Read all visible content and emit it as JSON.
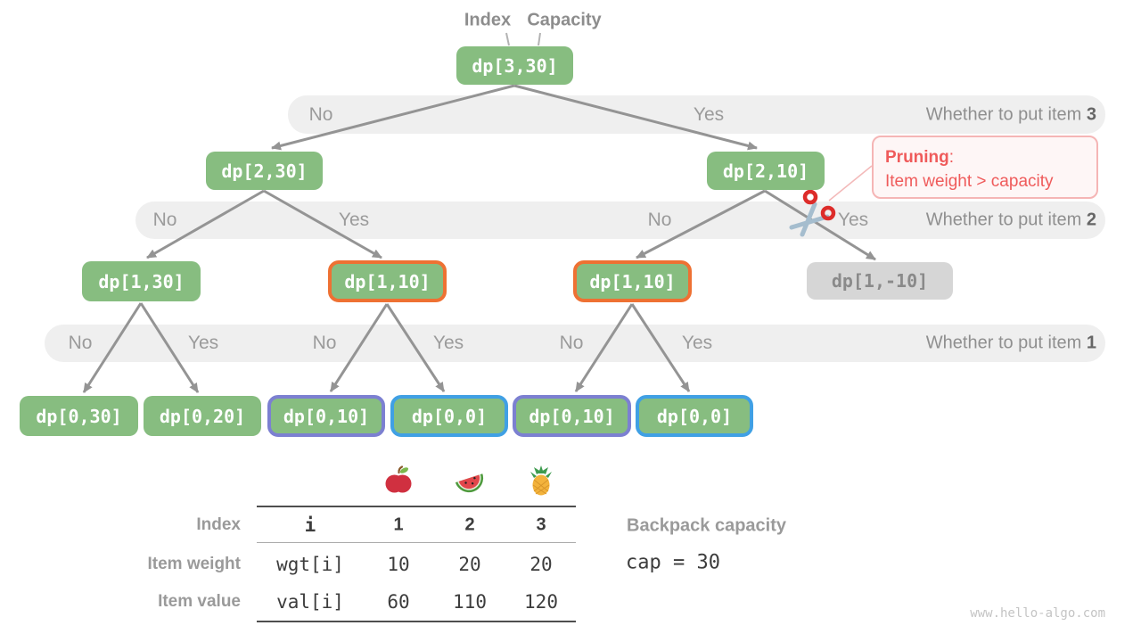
{
  "pointers": {
    "index": "Index",
    "capacity": "Capacity"
  },
  "nodes": {
    "root": "dp[3,30]",
    "l1": [
      "dp[2,30]",
      "dp[2,10]"
    ],
    "l2": [
      "dp[1,30]",
      "dp[1,10]",
      "dp[1,10]",
      "dp[1,-10]"
    ],
    "l3": [
      "dp[0,30]",
      "dp[0,20]",
      "dp[0,10]",
      "dp[0,0]",
      "dp[0,10]",
      "dp[0,0]"
    ]
  },
  "bands": [
    {
      "labels": [
        "No",
        "Yes"
      ],
      "question": "Whether to put item ",
      "item": "3"
    },
    {
      "labels": [
        "No",
        "Yes",
        "No",
        "Yes"
      ],
      "question": "Whether to put item ",
      "item": "2"
    },
    {
      "labels": [
        "No",
        "Yes",
        "No",
        "Yes",
        "No",
        "Yes"
      ],
      "question": "Whether to put item ",
      "item": "1"
    }
  ],
  "pruning": {
    "title": "Pruning",
    "colon": ":",
    "line2": "Item weight > capacity"
  },
  "icons": {
    "fruits": [
      "apple",
      "watermelon",
      "pineapple"
    ],
    "cut": "scissors"
  },
  "table": {
    "col_headers": [
      "i",
      "1",
      "2",
      "3"
    ],
    "row_labels": [
      "Index",
      "Item weight",
      "Item value"
    ],
    "rows": [
      [
        "wgt[i]",
        "10",
        "20",
        "20"
      ],
      [
        "val[i]",
        "60",
        "110",
        "120"
      ]
    ]
  },
  "backpack": {
    "label": "Backpack capacity",
    "value": "cap = 30"
  },
  "watermark": "www.hello-algo.com",
  "colors": {
    "node_green": "#87BD80",
    "node_gray_bg": "#D6D6D6",
    "orange_border": "#EE7133",
    "purple_border": "#7C80D1",
    "blue_border": "#40A0E4",
    "band_bg": "#EFEFEF",
    "pruning_red": "#EF5B5B",
    "arrow_gray": "#949494"
  }
}
